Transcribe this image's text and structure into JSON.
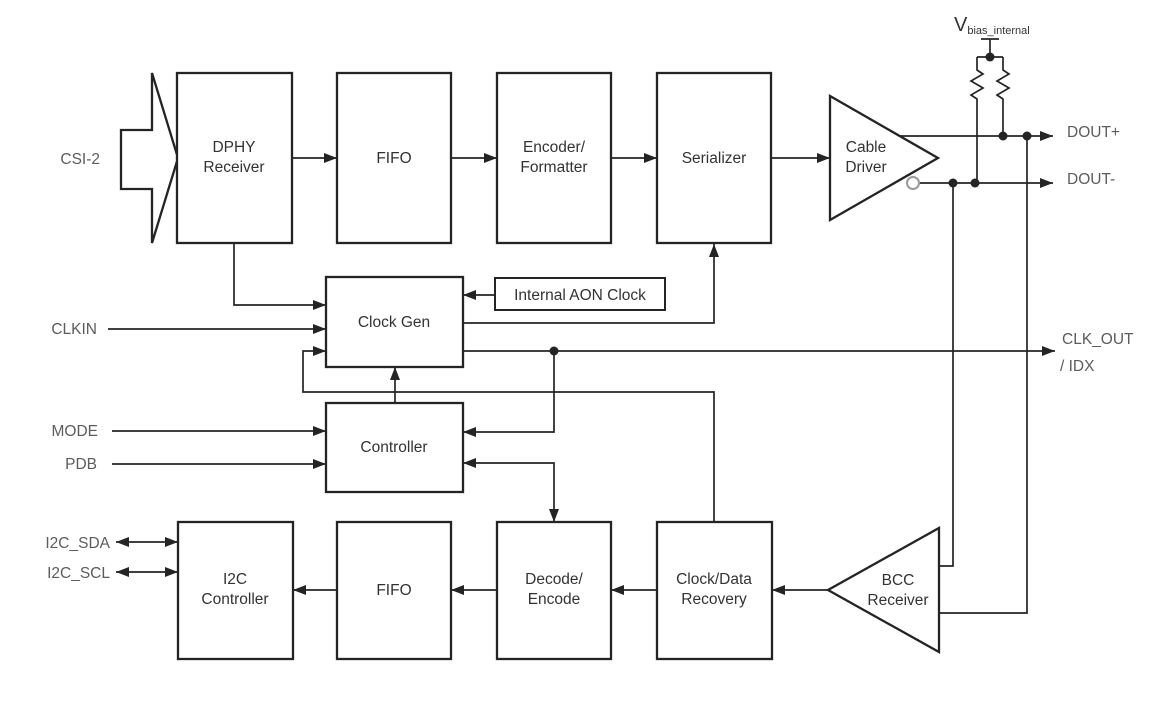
{
  "diagram": {
    "blocks": {
      "dphy": {
        "line1": "DPHY",
        "line2": "Receiver"
      },
      "fifo_top": {
        "line1": "FIFO"
      },
      "encoder": {
        "line1": "Encoder/",
        "line2": "Formatter"
      },
      "serializer": {
        "line1": "Serializer"
      },
      "cable_driver": {
        "line1": "Cable",
        "line2": "Driver"
      },
      "aon_clock": {
        "line1": "Internal AON Clock"
      },
      "clock_gen": {
        "line1": "Clock Gen"
      },
      "controller": {
        "line1": "Controller"
      },
      "i2c": {
        "line1": "I2C",
        "line2": "Controller"
      },
      "fifo_bottom": {
        "line1": "FIFO"
      },
      "decode": {
        "line1": "Decode/",
        "line2": "Encode"
      },
      "cdr": {
        "line1": "Clock/Data",
        "line2": "Recovery"
      },
      "bcc": {
        "line1": "BCC",
        "line2": "Receiver"
      }
    },
    "pins": {
      "csi2": "CSI-2",
      "clkin": "CLKIN",
      "mode": "MODE",
      "pdb": "PDB",
      "i2c_sda": "I2C_SDA",
      "i2c_scl": "I2C_SCL",
      "dout_plus": "DOUT+",
      "dout_minus": "DOUT-",
      "clk_out": "CLK_OUT",
      "idx": "/ IDX"
    },
    "bias": {
      "v": "V",
      "sub": "bias_internal"
    },
    "colors": {
      "line": "#242424",
      "block_text": "#333333",
      "pin_text": "#5c5c5c",
      "background": "#ffffff"
    }
  }
}
